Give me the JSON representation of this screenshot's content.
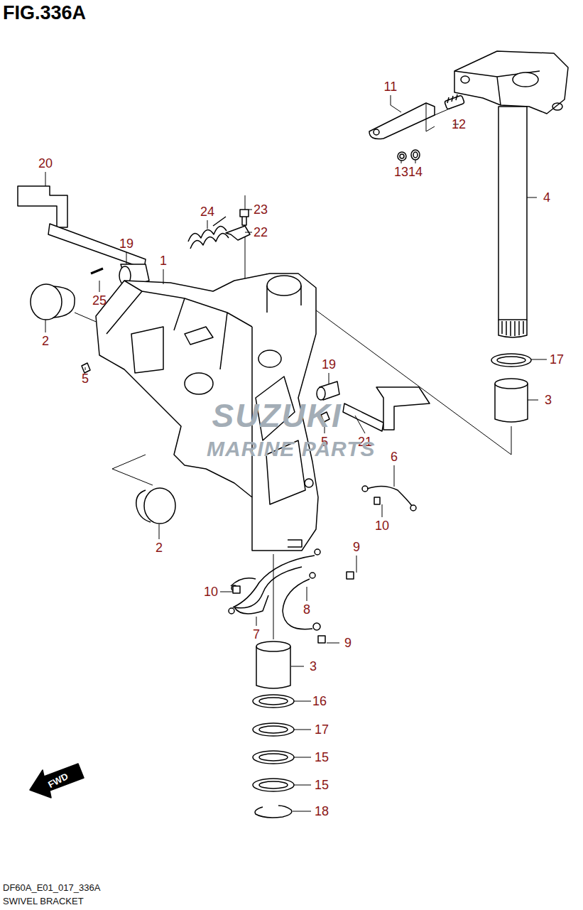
{
  "diagram": {
    "title": "FIG.336A",
    "caption": "SWIVEL BRACKET",
    "labels": [
      "20",
      "11",
      "12",
      "4",
      "13",
      "14",
      "24",
      "23",
      "22",
      "19",
      "1",
      "25",
      "2",
      "5",
      "17",
      "19",
      "3",
      "SUZUKI",
      "5",
      "21",
      "MARINE PARTS",
      "6",
      "10",
      "2",
      "9",
      "10",
      "8",
      "9",
      "7",
      "3",
      "16",
      "17",
      "15",
      "15",
      "18",
      "FWD",
      "DF60A_E01_017_336A"
    ]
  }
}
